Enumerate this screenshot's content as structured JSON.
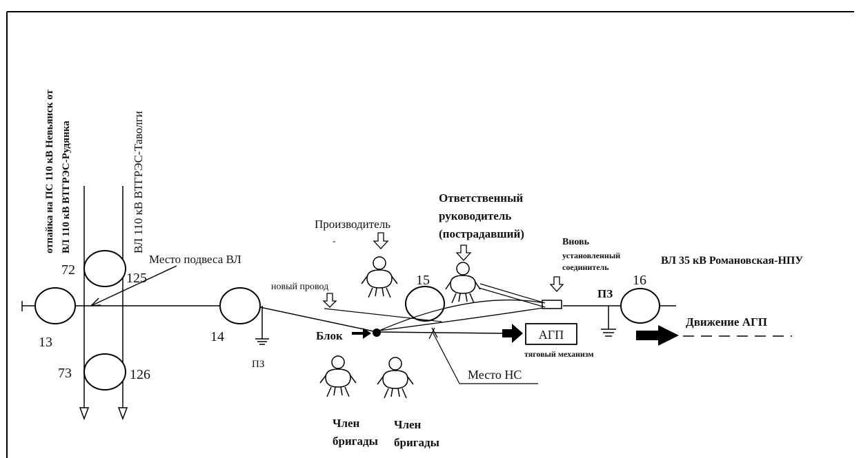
{
  "vertical_labels": {
    "left_line1": "отпайка на ПС 110 кВ Невьянск от",
    "left_line2": "ВЛ 110 кВ ВТГРЭС-Рудянка",
    "right": "ВЛ 110 кВ ВТГРЭС-Таволги"
  },
  "supports": {
    "s13": "13",
    "s72": "72",
    "s125": "125",
    "s73": "73",
    "s126": "126",
    "s14": "14",
    "s15": "15",
    "s16": "16"
  },
  "labels": {
    "crossing_place": "Место подвеса ВЛ",
    "new_wire": "новый провод",
    "producer": "Производитель",
    "producer_dash": "-",
    "responsible_1": "Ответственный",
    "responsible_2": "руководитель",
    "responsible_3": "(пострадавший)",
    "connector_1": "Вновь",
    "connector_2": "установленный",
    "connector_3": "соединитель",
    "line_35": "ВЛ 35 кВ Романовская-НПУ",
    "pz_left": "ПЗ",
    "pz_right": "ПЗ",
    "block": "Блок",
    "agp": "АГП",
    "traction": "тяговый механизм",
    "accident_place": "Место НС",
    "agp_movement": "Движение АГП",
    "member1_1": "Член",
    "member1_2": "бригады",
    "member2_1": "Член",
    "member2_2": "бригады"
  }
}
